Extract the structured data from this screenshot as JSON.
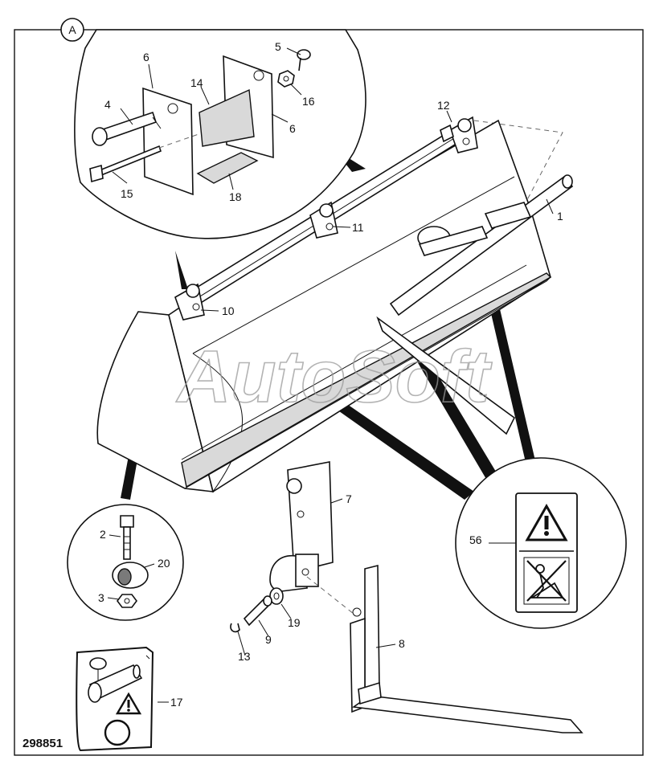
{
  "view_label": "A",
  "figure_number": "298851",
  "watermark": "AutoSoft",
  "callouts": {
    "c1": "1",
    "c2": "2",
    "c3": "3",
    "c4": "4",
    "c5": "5",
    "c6a": "6",
    "c6b": "6",
    "c7": "7",
    "c8": "8",
    "c9": "9",
    "c10": "10",
    "c11": "11",
    "c12": "12",
    "c13": "13",
    "c14": "14",
    "c15": "15",
    "c16": "16",
    "c17": "17",
    "c18": "18",
    "c19": "19",
    "c20": "20",
    "c56": "56"
  },
  "icons": {
    "warning": "warning-triangle-icon",
    "no_step": "no-standing-icon"
  }
}
